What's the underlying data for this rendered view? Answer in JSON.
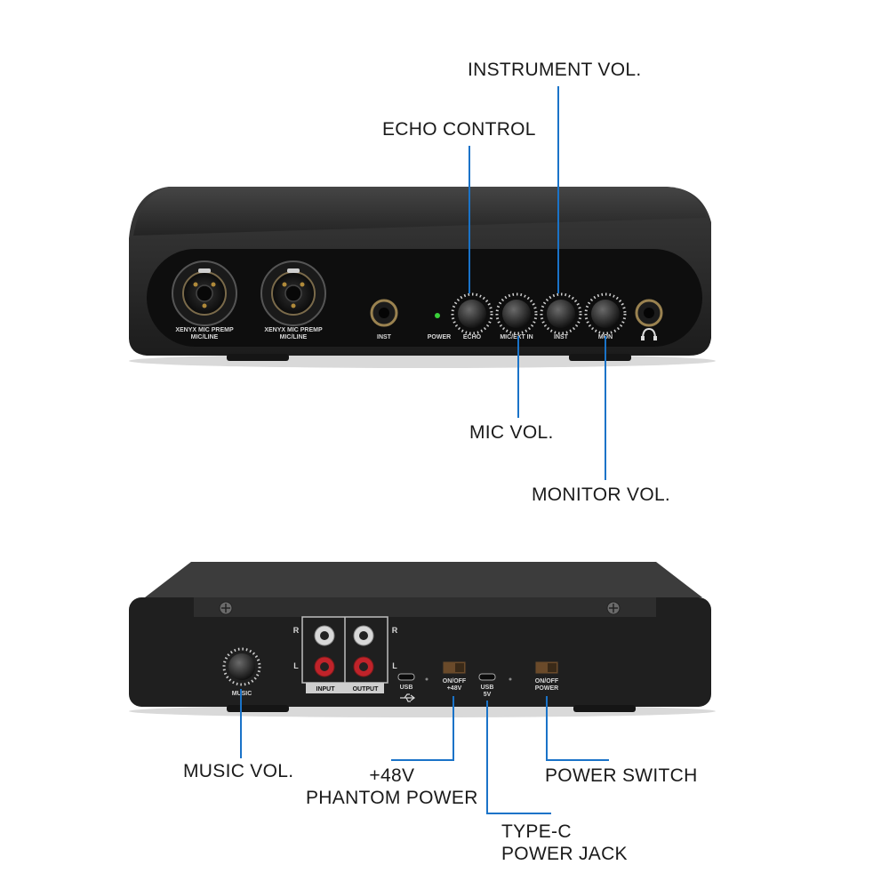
{
  "callouts": {
    "instrument_vol": "INSTRUMENT VOL.",
    "echo_control": "ECHO CONTROL",
    "mic_vol": "MIC VOL.",
    "monitor_vol": "MONITOR VOL.",
    "music_vol": "MUSIC VOL.",
    "phantom_power": [
      "+48V",
      "PHANTOM POWER"
    ],
    "power_switch": "POWER SWITCH",
    "type_c_jack": [
      "TYPE-C",
      "POWER JACK"
    ]
  },
  "front_panel": {
    "combo_jack_label": [
      "XENYX MIC PREMP",
      "MIC/LINE"
    ],
    "inst": "INST",
    "power": "POWER",
    "knob_labels": [
      "ECHO",
      "MIC/EXT IN",
      "INST",
      "MON"
    ]
  },
  "rear_panel": {
    "music": "MUSIC",
    "rca_right": "R",
    "rca_left": "L",
    "input": "INPUT",
    "output": "OUTPUT",
    "usb": "USB",
    "switch_48v": [
      "ON/OFF",
      "+48V"
    ],
    "usb_5v": [
      "USB",
      "5V"
    ],
    "power_switch": [
      "ON/OFF",
      "POWER"
    ]
  },
  "colors": {
    "leader_line": "#1a73c8",
    "device_body": "#2b2b2b",
    "panel": "#111111"
  }
}
